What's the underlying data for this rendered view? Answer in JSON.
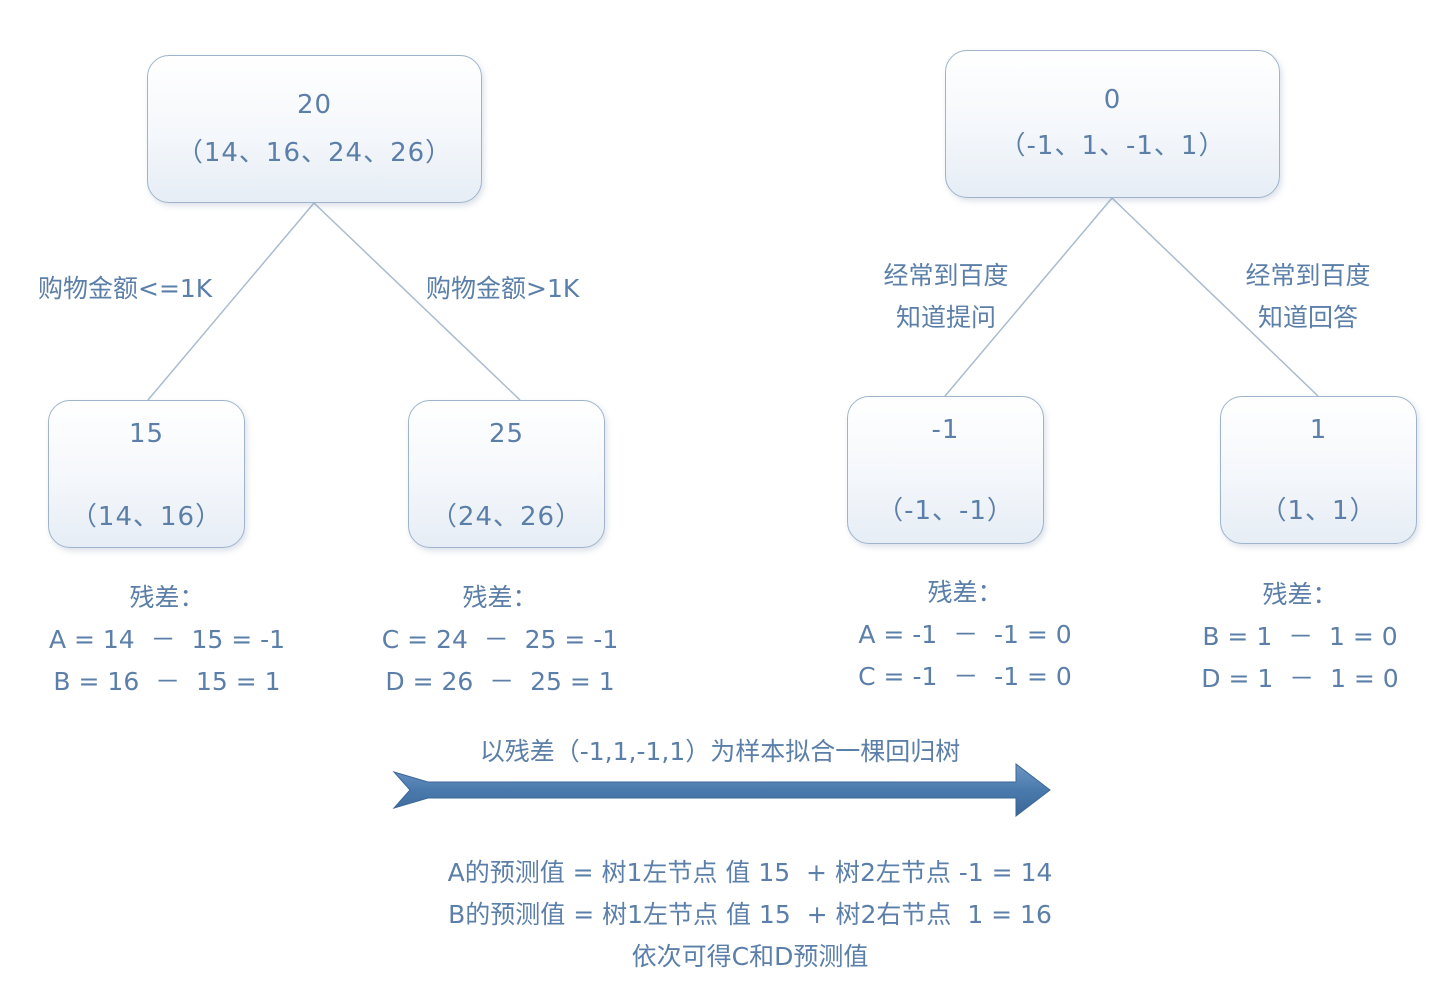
{
  "tree1": {
    "root": {
      "value": "20",
      "samples": "（14、16、24、26）"
    },
    "left_edge": "购物金额<=1K",
    "right_edge": "购物金额>1K",
    "left": {
      "value": "15",
      "samples": "（14、16）"
    },
    "right": {
      "value": "25",
      "samples": "（24、26）"
    },
    "left_residuals": {
      "title": "残差：",
      "lines": [
        "A = 14  －  15 = -1",
        "B = 16  －  15 = 1"
      ]
    },
    "right_residuals": {
      "title": "残差：",
      "lines": [
        "C = 24  －  25 = -1",
        "D = 26  －  25 = 1"
      ]
    }
  },
  "tree2": {
    "root": {
      "value": "0",
      "samples": "（-1、1、-1、1）"
    },
    "left_edge": [
      "经常到百度",
      "知道提问"
    ],
    "right_edge": [
      "经常到百度",
      "知道回答"
    ],
    "left": {
      "value": "-1",
      "samples": "（-1、-1）"
    },
    "right": {
      "value": "1",
      "samples": "（1、1）"
    },
    "left_residuals": {
      "title": "残差：",
      "lines": [
        "A = -1  －  -1 = 0",
        "C = -1  －  -1 = 0"
      ]
    },
    "right_residuals": {
      "title": "残差：",
      "lines": [
        "B = 1  －  1 = 0",
        "D = 1  －  1 = 0"
      ]
    }
  },
  "arrow": {
    "caption": "以残差（-1,1,-1,1）为样本拟合一棵回归树"
  },
  "predictions": {
    "lines": [
      "A的预测值 = 树1左节点 值 15  + 树2左节点 -1 = 14",
      "B的预测值 = 树1左节点 值 15  + 树2右节点  1 = 16",
      "依次可得C和D预测值"
    ]
  },
  "colors": {
    "text": "#5b7fa8",
    "node_border": "#9fb4cc",
    "link_line": "#a9bccf",
    "arrow_fill": "#4a7aad"
  }
}
